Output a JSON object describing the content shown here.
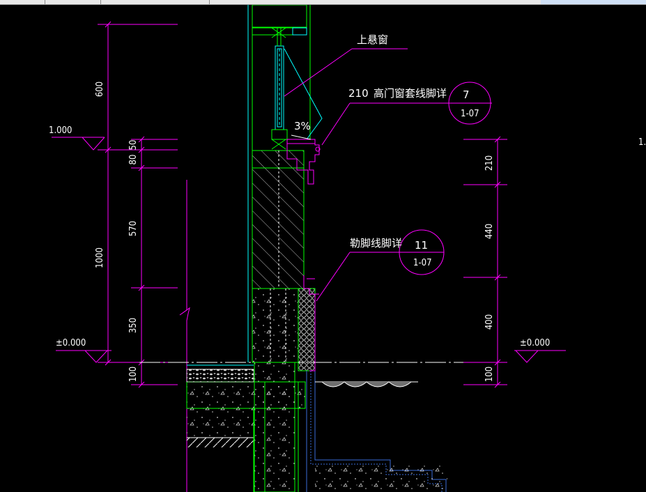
{
  "window": {
    "tabs": [
      "",
      "",
      "",
      "",
      ""
    ]
  },
  "colors": {
    "background": "#000000",
    "dimension": "#ff00ff",
    "wall": "#00ff00",
    "leader": "#ff00ff",
    "text": "#ffffff",
    "window_frame": "#00ffff",
    "foundation": "#3a6bd8"
  },
  "elevations": {
    "upper_left": "1.000",
    "ground_left": "±0.000",
    "ground_right": "±0.000",
    "cut_right": "1."
  },
  "left_dims": {
    "outer": [
      "600",
      "1000"
    ],
    "inner": [
      "50",
      "80",
      "570",
      "350",
      "100"
    ]
  },
  "right_dims": [
    "210",
    "440",
    "400",
    "100"
  ],
  "annotations": {
    "window_label": "上悬窗",
    "slope": "3%",
    "sill_prefix": "210",
    "sill_label": "高门窗套线脚详",
    "sill_ref_num": "7",
    "sill_ref_sheet": "1-07",
    "plinth_label": "勒脚线脚详",
    "plinth_ref_num": "11",
    "plinth_ref_sheet": "1-07"
  }
}
